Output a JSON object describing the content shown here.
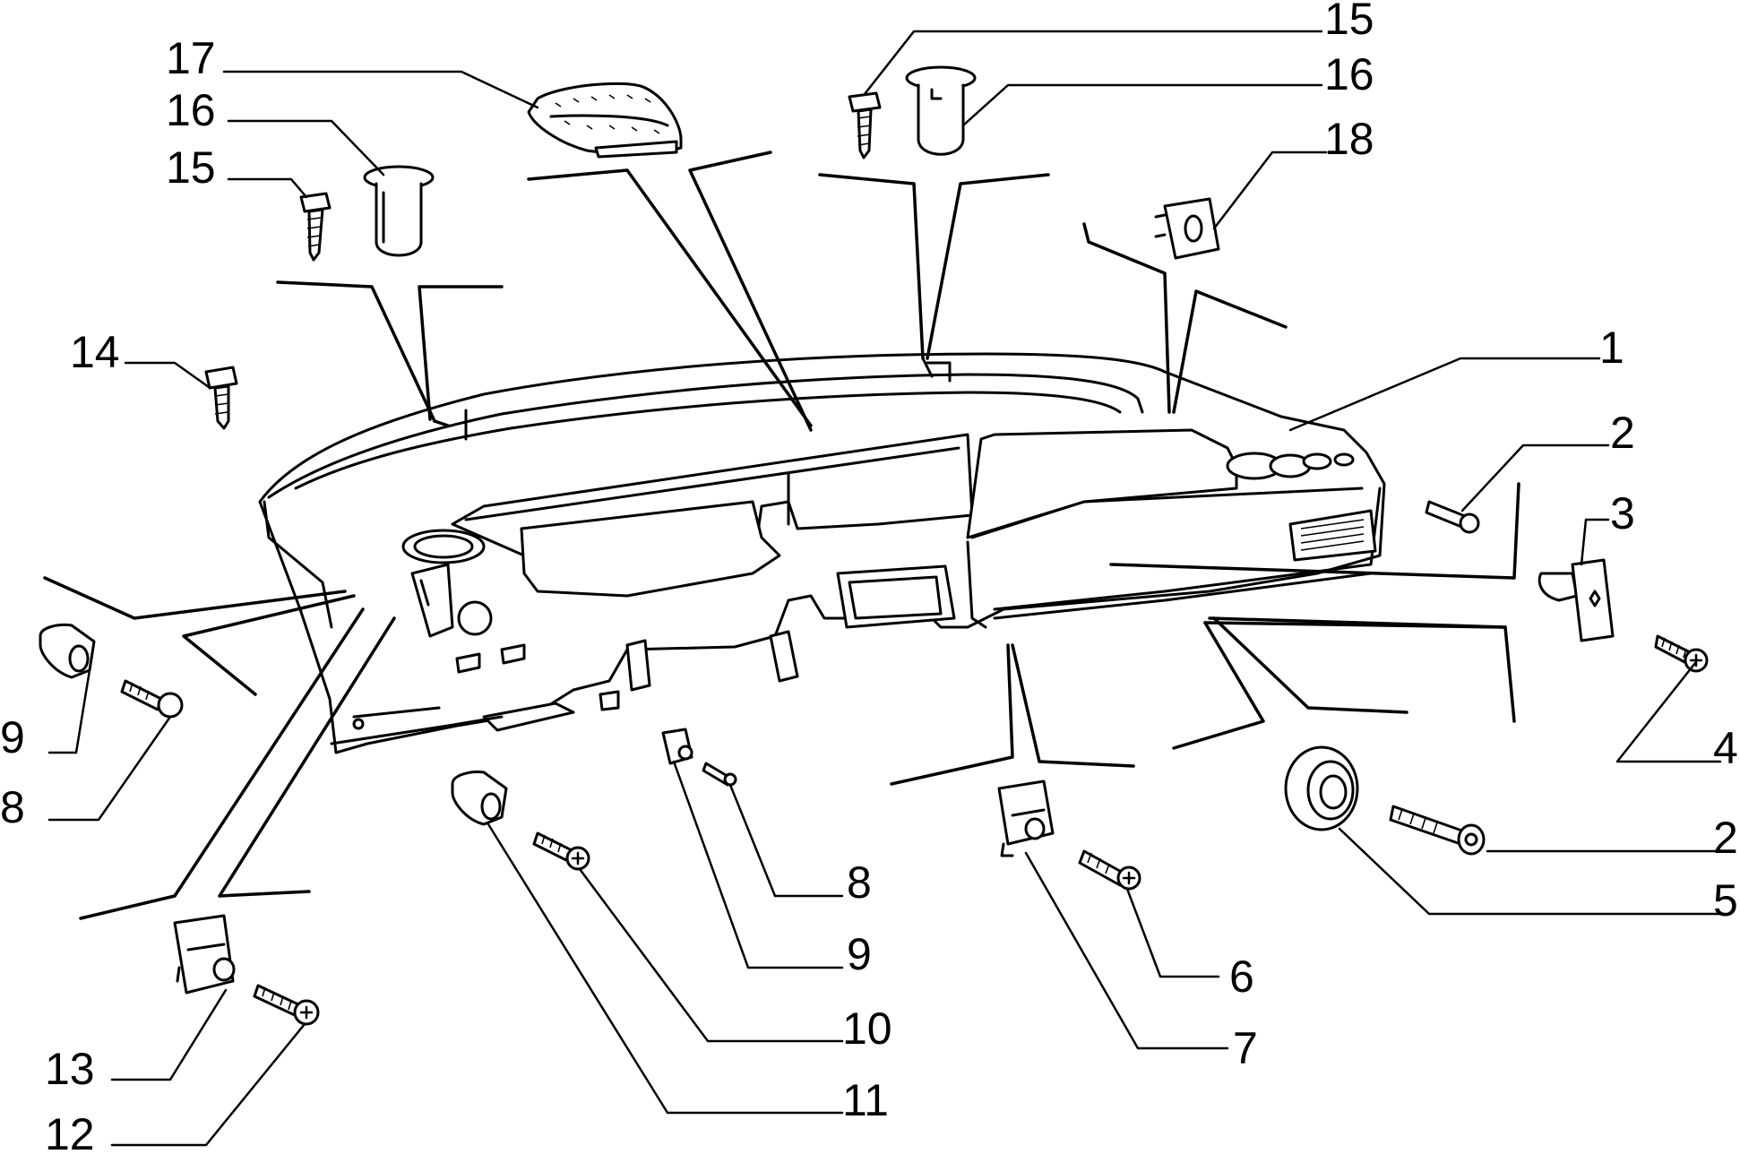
{
  "diagram": {
    "callouts": [
      {
        "id": "c17",
        "text": "17"
      },
      {
        "id": "c16a",
        "text": "16"
      },
      {
        "id": "c15a",
        "text": "15"
      },
      {
        "id": "c14",
        "text": "14"
      },
      {
        "id": "c15b",
        "text": "15"
      },
      {
        "id": "c16b",
        "text": "16"
      },
      {
        "id": "c18",
        "text": "18"
      },
      {
        "id": "c1",
        "text": "1"
      },
      {
        "id": "c2a",
        "text": "2"
      },
      {
        "id": "c3",
        "text": "3"
      },
      {
        "id": "c4",
        "text": "4"
      },
      {
        "id": "c2b",
        "text": "2"
      },
      {
        "id": "c5",
        "text": "5"
      },
      {
        "id": "c6",
        "text": "6"
      },
      {
        "id": "c7",
        "text": "7"
      },
      {
        "id": "c8a",
        "text": "8"
      },
      {
        "id": "c9a",
        "text": "9"
      },
      {
        "id": "c10",
        "text": "10"
      },
      {
        "id": "c11",
        "text": "11"
      },
      {
        "id": "c9b",
        "text": "9"
      },
      {
        "id": "c8b",
        "text": "8"
      },
      {
        "id": "c13",
        "text": "13"
      },
      {
        "id": "c12",
        "text": "12"
      }
    ]
  }
}
